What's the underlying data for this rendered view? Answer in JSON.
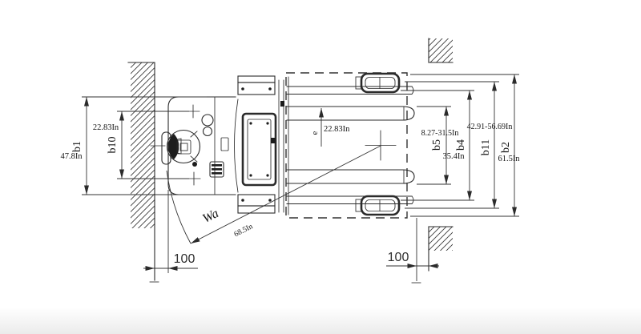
{
  "drawing": {
    "title": "pallet-stacker-top-view-dimension-diagram",
    "dimensions": {
      "b1": {
        "label": "b1",
        "value": "47.8In"
      },
      "b10": {
        "label": "b10",
        "value": "22.83In"
      },
      "e": {
        "label": "e",
        "value": "22.83In"
      },
      "b5": {
        "label": "b5",
        "value": "8.27-31.5In"
      },
      "b4": {
        "label": "b4",
        "value": "35.4In"
      },
      "b11": {
        "label": "b11",
        "value": "42.91-56.69In"
      },
      "b2": {
        "label": "b2",
        "value": "61.5In"
      },
      "wa": {
        "label": "Wa",
        "value": "68.5In"
      },
      "clearance_left": "100",
      "clearance_right": "100"
    },
    "colors": {
      "line": "#2b2b2b",
      "background": "#ffffff"
    }
  }
}
